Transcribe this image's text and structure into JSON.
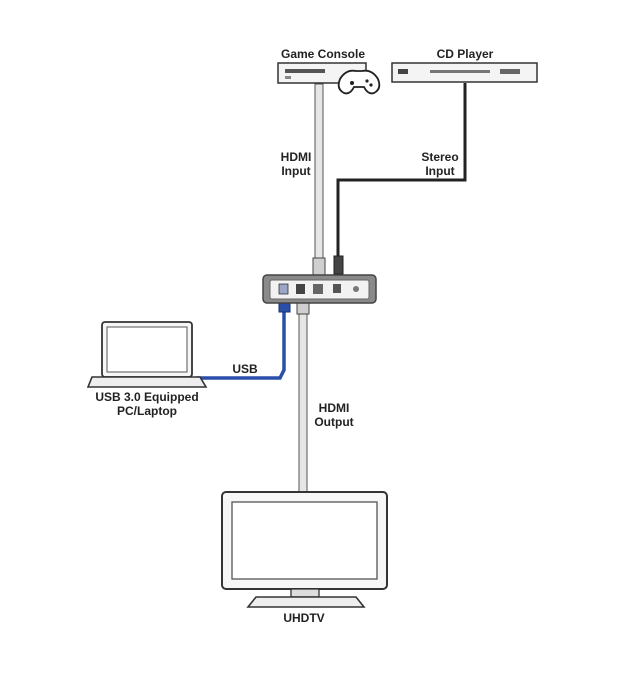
{
  "devices": {
    "game_console": {
      "label": "Game Console"
    },
    "cd_player": {
      "label": "CD Player"
    },
    "laptop": {
      "label_line1": "USB 3.0 Equipped",
      "label_line2": "PC/Laptop"
    },
    "tv": {
      "label": "UHDTV"
    }
  },
  "cables": {
    "hdmi_input": {
      "line1": "HDMI",
      "line2": "Input"
    },
    "stereo_input": {
      "line1": "Stereo",
      "line2": "Input"
    },
    "usb": {
      "label": "USB"
    },
    "hdmi_output": {
      "line1": "HDMI",
      "line2": "Output"
    }
  },
  "colors": {
    "usb_cable": "#2a4fa8",
    "stereo_cable": "#222222",
    "hdmi_cable": "#d8d8d8",
    "device_outline": "#333333"
  }
}
